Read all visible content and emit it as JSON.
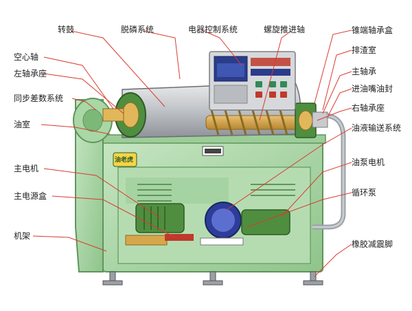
{
  "labels": {
    "top": [
      "转鼓",
      "脱磷系统",
      "电器控制系统",
      "螺旋推进轴"
    ],
    "left": [
      "空心轴",
      "左轴承座",
      "同步差数系统",
      "油室",
      "主电机",
      "主电源盒",
      "机架"
    ],
    "right": [
      "锥端轴承盒",
      "排渣室",
      "主轴承",
      "进油嘴油封",
      "右轴承座",
      "油液输送系统",
      "油泵电机",
      "循环泵",
      "橡胶减震脚"
    ]
  },
  "logo_text": "油老虎",
  "colors": {
    "frame": "#a7d3a4",
    "frame_dark": "#6ea56b",
    "drum": "#b9bcc0",
    "panel": "#c9cbcf",
    "screen": "#2b3c8a",
    "callout": "#d93a2f"
  }
}
